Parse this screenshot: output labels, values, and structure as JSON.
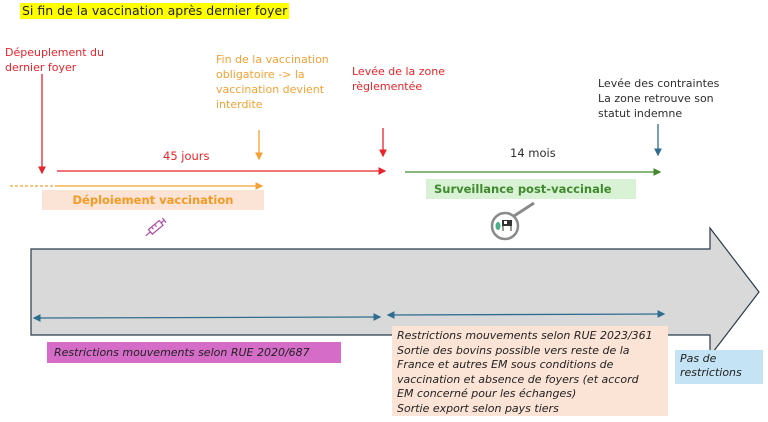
{
  "title": "Si fin de la vaccination après dernier foyer",
  "events": {
    "depeuplement": "Dépeuplement du\ndernier foyer",
    "fin_vaccination": "Fin de la vaccination\nobligatoire -> la\nvaccination devient\ninterdite",
    "levee_zone": "Levée de la zone\nrèglementée",
    "levee_contraintes": "Levée des contraintes\nLa zone retrouve son\nstatut indemne"
  },
  "durations": {
    "first": "45 jours",
    "second": "14 mois"
  },
  "phases": {
    "deploiement": "Déploiement vaccination",
    "surveillance": "Surveillance post-vaccinale"
  },
  "icons": {
    "syringe": "syringe-icon",
    "magnifier": "magnifier-cow-icon"
  },
  "restrictions": {
    "rue_2020": "Restrictions mouvements selon RUE 2020/687",
    "rue_2023": "Restrictions mouvements selon RUE 2023/361\nSortie des bovins possible vers reste de la\nFrance et autres EM sous conditions de\nvaccination et absence de foyers (et accord\nEM concerné pour les échanges)\nSortie export selon pays tiers",
    "none": "Pas de\nrestrictions"
  },
  "colors": {
    "red": "#e8232b",
    "orange": "#f5a033",
    "green": "#3e8a2c",
    "blue": "#2f6d8f",
    "gray_arrow": "#d9d9d9",
    "magenta": "#d46cc8"
  }
}
